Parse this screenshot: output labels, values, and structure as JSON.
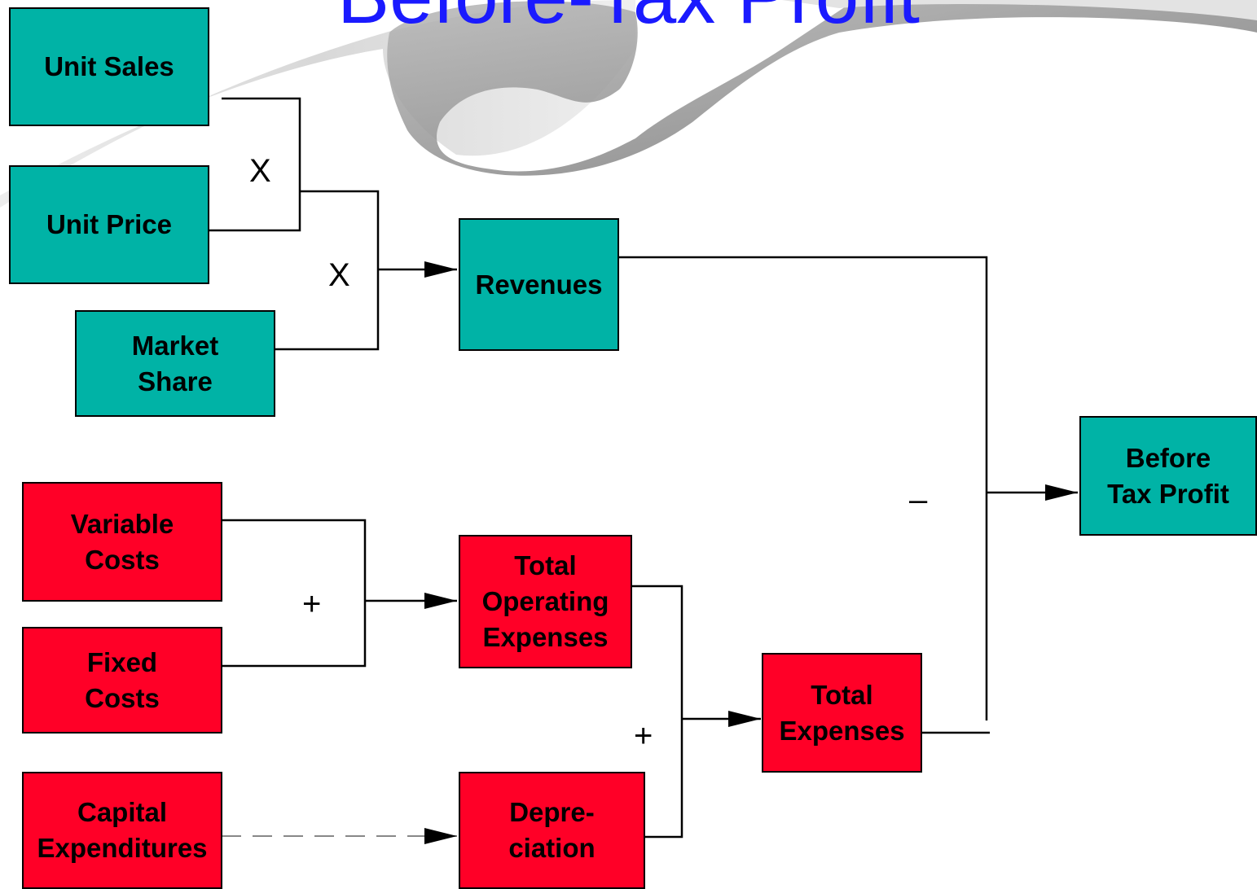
{
  "title": "Before-Tax Profit",
  "colors": {
    "revenue_nodes": "#00b3a6",
    "cost_nodes": "#ff0027",
    "title": "#1a1aff"
  },
  "nodes": {
    "unit_sales": "Unit Sales",
    "unit_price": "Unit Price",
    "market_share": "Market\nShare",
    "revenues": "Revenues",
    "variable_costs": "Variable\nCosts",
    "fixed_costs": "Fixed\nCosts",
    "capital_expenditures": "Capital\nExpenditures",
    "total_operating_expenses": "Total\nOperating\nExpenses",
    "depreciation": "Depre-\nciation",
    "total_expenses": "Total\nExpenses",
    "before_tax_profit": "Before\nTax Profit"
  },
  "operators": {
    "multiply_1": "X",
    "multiply_2": "X",
    "plus_1": "+",
    "plus_2": "+",
    "minus": "–"
  }
}
